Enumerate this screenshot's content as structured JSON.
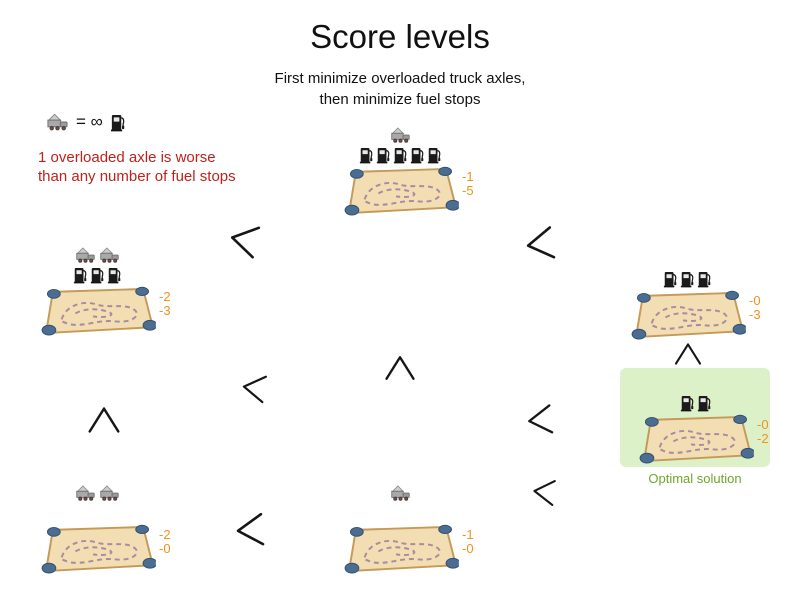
{
  "title": "Score levels",
  "subtitle": [
    "First minimize overloaded truck axles,",
    "then minimize fuel stops"
  ],
  "legend": {
    "equation": "= ∞",
    "note": [
      "1 overloaded axle is worse",
      "than any number of fuel stops"
    ]
  },
  "optimal_label": "Optimal solution",
  "icons": {
    "truck": "overloaded-truck-axle-icon (gray truck)",
    "pump": "fuel-stop-icon (black fuel pump)"
  },
  "colors": {
    "score_text": "#ef9220",
    "warning_text": "#c0211c",
    "optimal_bg": "#ddf1c9",
    "optimal_text": "#6fa52c",
    "map_fill": "#f3ddb3",
    "map_border": "#c49a58",
    "paperweight": "#4c6d92"
  },
  "nodes": [
    {
      "name": "top-center",
      "trucks": 1,
      "pumps": 5,
      "hard": "-1",
      "soft": "-5"
    },
    {
      "name": "mid-left",
      "trucks": 2,
      "pumps": 3,
      "hard": "-2",
      "soft": "-3"
    },
    {
      "name": "mid-right",
      "trucks": 0,
      "pumps": 3,
      "hard": "-0",
      "soft": "-3"
    },
    {
      "name": "optimal",
      "trucks": 0,
      "pumps": 2,
      "hard": "-0",
      "soft": "-2"
    },
    {
      "name": "bottom-left",
      "trucks": 2,
      "pumps": 0,
      "hard": "-2",
      "soft": "-0"
    },
    {
      "name": "bottom-center",
      "trucks": 1,
      "pumps": 0,
      "hard": "-1",
      "soft": "-0"
    }
  ]
}
